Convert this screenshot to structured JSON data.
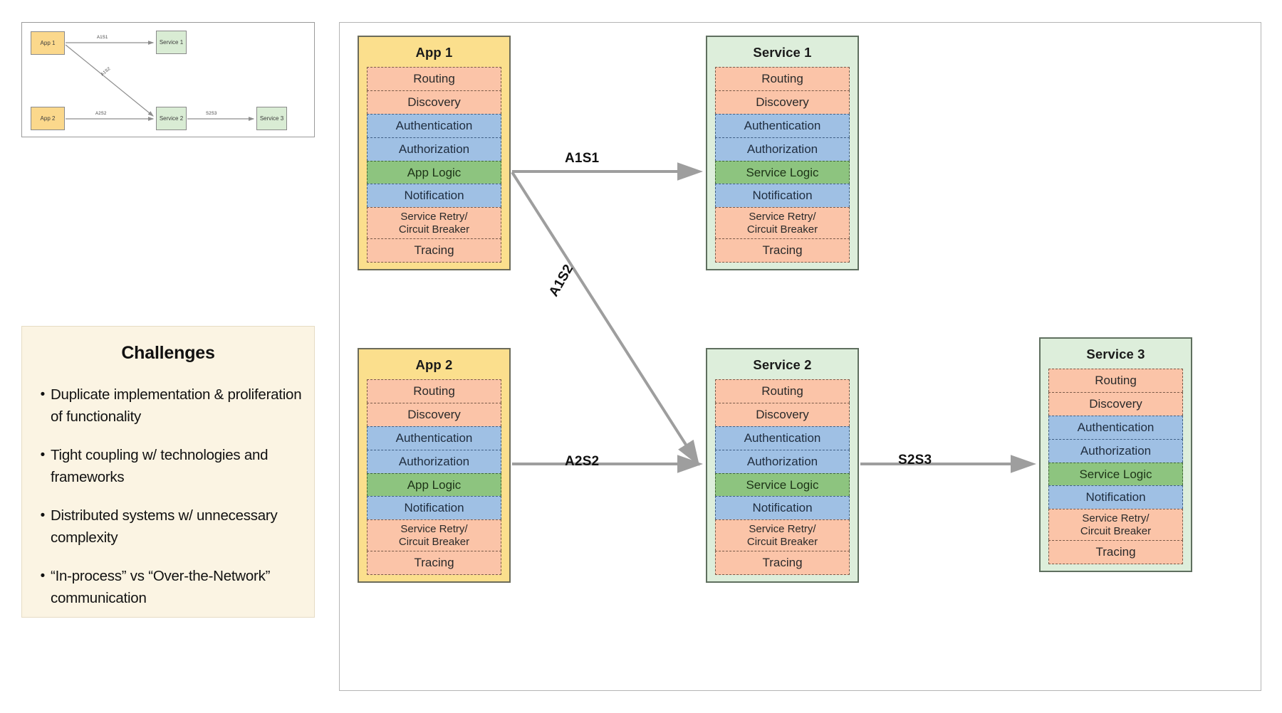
{
  "thumbnail": {
    "name": "overview-thumbnail",
    "nodes": [
      {
        "id": "app1",
        "label": "App 1"
      },
      {
        "id": "app2",
        "label": "App 2"
      },
      {
        "id": "service1",
        "label": "Service 1"
      },
      {
        "id": "service2",
        "label": "Service 2"
      },
      {
        "id": "service3",
        "label": "Service 3"
      }
    ],
    "edges": [
      {
        "id": "a1s1",
        "label": "A1S1",
        "from": "app1",
        "to": "service1"
      },
      {
        "id": "a1s2",
        "label": "A1S2",
        "from": "app1",
        "to": "service2"
      },
      {
        "id": "a2s2",
        "label": "A2S2",
        "from": "app2",
        "to": "service2"
      },
      {
        "id": "s2s3",
        "label": "S2S3",
        "from": "service2",
        "to": "service3"
      }
    ]
  },
  "challenges": {
    "title": "Challenges",
    "items": [
      "Duplicate implementation & proliferation of functionality",
      "Tight coupling w/ technologies and frameworks",
      "Distributed systems w/ unnecessary complexity",
      "“In-process” vs “Over-the-Network” communication"
    ],
    "bullet": "•"
  },
  "diagram": {
    "components": [
      {
        "id": "app1",
        "title": "App 1",
        "kind": "app",
        "layers": [
          {
            "label": "Routing",
            "color": "orange"
          },
          {
            "label": "Discovery",
            "color": "orange"
          },
          {
            "label": "Authentication",
            "color": "blue"
          },
          {
            "label": "Authorization",
            "color": "blue"
          },
          {
            "label": "App Logic",
            "color": "green"
          },
          {
            "label": "Notification",
            "color": "blue"
          },
          {
            "label": "Service Retry/\nCircuit Breaker",
            "color": "orange",
            "small": true
          },
          {
            "label": "Tracing",
            "color": "orange"
          }
        ]
      },
      {
        "id": "service1",
        "title": "Service 1",
        "kind": "svc",
        "layers": [
          {
            "label": "Routing",
            "color": "orange"
          },
          {
            "label": "Discovery",
            "color": "orange"
          },
          {
            "label": "Authentication",
            "color": "blue"
          },
          {
            "label": "Authorization",
            "color": "blue"
          },
          {
            "label": "Service Logic",
            "color": "green"
          },
          {
            "label": "Notification",
            "color": "blue"
          },
          {
            "label": "Service Retry/\nCircuit Breaker",
            "color": "orange",
            "small": true
          },
          {
            "label": "Tracing",
            "color": "orange"
          }
        ]
      },
      {
        "id": "app2",
        "title": "App 2",
        "kind": "app",
        "layers": [
          {
            "label": "Routing",
            "color": "orange"
          },
          {
            "label": "Discovery",
            "color": "orange"
          },
          {
            "label": "Authentication",
            "color": "blue"
          },
          {
            "label": "Authorization",
            "color": "blue"
          },
          {
            "label": "App Logic",
            "color": "green"
          },
          {
            "label": "Notification",
            "color": "blue"
          },
          {
            "label": "Service Retry/\nCircuit Breaker",
            "color": "orange",
            "small": true
          },
          {
            "label": "Tracing",
            "color": "orange"
          }
        ]
      },
      {
        "id": "service2",
        "title": "Service 2",
        "kind": "svc",
        "layers": [
          {
            "label": "Routing",
            "color": "orange"
          },
          {
            "label": "Discovery",
            "color": "orange"
          },
          {
            "label": "Authentication",
            "color": "blue"
          },
          {
            "label": "Authorization",
            "color": "blue"
          },
          {
            "label": "Service Logic",
            "color": "green"
          },
          {
            "label": "Notification",
            "color": "blue"
          },
          {
            "label": "Service Retry/\nCircuit Breaker",
            "color": "orange",
            "small": true
          },
          {
            "label": "Tracing",
            "color": "orange"
          }
        ]
      },
      {
        "id": "service3",
        "title": "Service 3",
        "kind": "svc",
        "layers": [
          {
            "label": "Routing",
            "color": "orange"
          },
          {
            "label": "Discovery",
            "color": "orange"
          },
          {
            "label": "Authentication",
            "color": "blue"
          },
          {
            "label": "Authorization",
            "color": "blue"
          },
          {
            "label": "Service Logic",
            "color": "green"
          },
          {
            "label": "Notification",
            "color": "blue"
          },
          {
            "label": "Service Retry/\nCircuit Breaker",
            "color": "orange",
            "small": true
          },
          {
            "label": "Tracing",
            "color": "orange"
          }
        ]
      }
    ],
    "edges": [
      {
        "id": "a1s1",
        "label": "A1S1"
      },
      {
        "id": "a1s2",
        "label": "A1S2"
      },
      {
        "id": "a2s2",
        "label": "A2S2"
      },
      {
        "id": "s2s3",
        "label": "S2S3"
      }
    ]
  },
  "colors": {
    "app_fill": "#fbdf8d",
    "service_fill": "#ddeedb",
    "layer_orange": "#fbc4a8",
    "layer_blue": "#9fc0e4",
    "layer_green": "#8dc47f",
    "challenges_bg": "#fbf4e3",
    "arrow": "#9e9e9e"
  }
}
